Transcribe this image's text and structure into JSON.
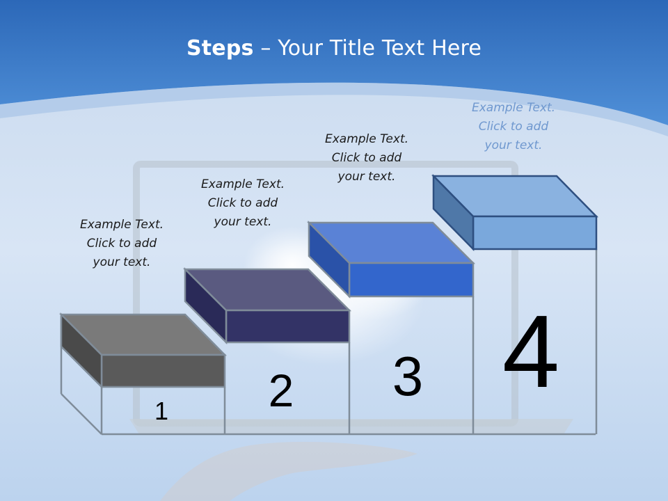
{
  "title": {
    "bold": "Steps",
    "dash": " – ",
    "rest": "Your Title Text Here"
  },
  "steps": [
    {
      "number": "1",
      "color": "#5a5a5a",
      "caption": [
        "Example Text.",
        "Click  to add",
        "your text."
      ]
    },
    {
      "number": "2",
      "color": "#333366",
      "caption": [
        "Example Text.",
        "Click  to add",
        "your text."
      ]
    },
    {
      "number": "3",
      "color": "#3366cc",
      "caption": [
        "Example Text.",
        "Click  to add",
        "your text."
      ]
    },
    {
      "number": "4",
      "color": "#7aa8dc",
      "caption": [
        "Example Text.",
        "Click  to add",
        "your text."
      ]
    }
  ],
  "colors": {
    "header_top": "#2f6fbf",
    "header_bottom": "#4a86d0",
    "sky_light": "#e2edf9",
    "frame_gray": "#7f8c99"
  }
}
